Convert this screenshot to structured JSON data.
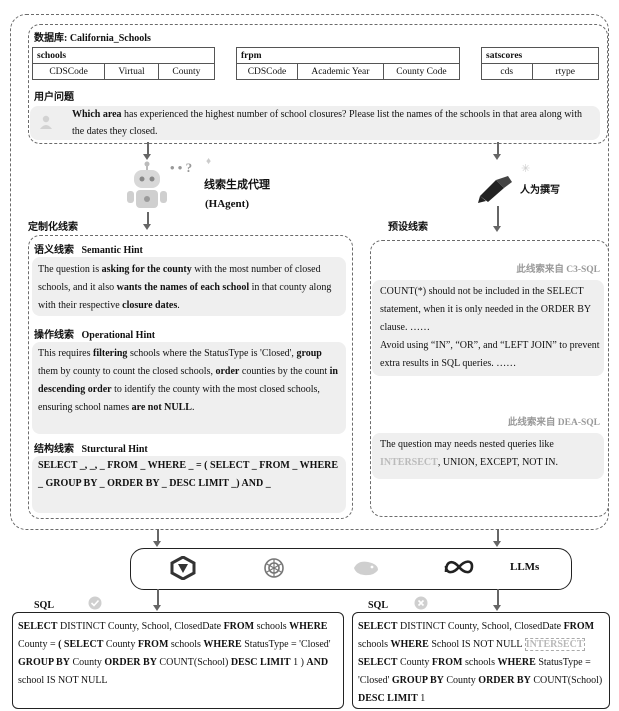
{
  "database": {
    "label": "数据库: California_Schools",
    "tables": [
      {
        "name": "schools",
        "columns": [
          "CDSCode",
          "Virtual",
          "County"
        ]
      },
      {
        "name": "frpm",
        "columns": [
          "CDSCode",
          "Academic Year",
          "County Code"
        ]
      },
      {
        "name": "satscores",
        "columns": [
          "cds",
          "rtype"
        ]
      }
    ]
  },
  "question": {
    "label": "用户问题",
    "bold": "Which area",
    "text": " has experienced the highest number of school closures? Please list the names of the schools in that area along with the dates they closed."
  },
  "hagent": {
    "label": "线索生成代理",
    "sub": "(HAgent)",
    "question_marks": "• • ? "
  },
  "human": {
    "label": "人为撰写"
  },
  "custom_hints": {
    "label": "定制化线索",
    "semantic": {
      "cn": "语义线索",
      "en": "Semantic Hint",
      "parts": [
        {
          "t": "The question is ",
          "b": false
        },
        {
          "t": "asking for the county",
          "b": true
        },
        {
          "t": " with the most number of closed schools, and it also ",
          "b": false
        },
        {
          "t": "wants the names of each school",
          "b": true
        },
        {
          "t": " in that county along with their respective ",
          "b": false
        },
        {
          "t": "closure dates",
          "b": true
        },
        {
          "t": ".",
          "b": false
        }
      ]
    },
    "operational": {
      "cn": "操作线索",
      "en": "Operational Hint",
      "parts": [
        {
          "t": "This requires ",
          "b": false
        },
        {
          "t": "filtering",
          "b": true
        },
        {
          "t": " schools where the StatusType is 'Closed', ",
          "b": false
        },
        {
          "t": "group",
          "b": true
        },
        {
          "t": " them by county to count the closed schools, ",
          "b": false
        },
        {
          "t": "order",
          "b": true
        },
        {
          "t": " counties by the count ",
          "b": false
        },
        {
          "t": "in descending order",
          "b": true
        },
        {
          "t": " to identify the county with the most closed schools, ensuring school names ",
          "b": false
        },
        {
          "t": "are not NULL",
          "b": true
        },
        {
          "t": ".",
          "b": false
        }
      ]
    },
    "structural": {
      "cn": "结构线索",
      "en": "Sturctural Hint",
      "text": "SELECT _, _, _ FROM _ WHERE _ = ( SELECT _ FROM _ WHERE _ GROUP BY _ ORDER BY _ DESC LIMIT _) AND _"
    }
  },
  "preset_hints": {
    "label": "预设线索",
    "c3": {
      "source": "此线索来自 C3-SQL",
      "text1": "COUNT(*) should not be included in the SELECT statement, when it is only needed in the ORDER BY clause. ……",
      "text2": "Avoid using “IN”, “OR”, and “LEFT JOIN” to prevent extra results in SQL queries. ……"
    },
    "dea": {
      "source": "此线索来自 DEA-SQL",
      "pre": "The question may needs nested queries like ",
      "hl": "INTERSECT",
      "post": ", UNION, EXCEPT, NOT IN."
    }
  },
  "llms": {
    "label": "LLMs"
  },
  "sql_left": {
    "label": "SQL",
    "status": "correct",
    "parts": [
      {
        "t": "SELECT",
        "b": true
      },
      {
        "t": " DISTINCT County, School, ClosedDate ",
        "b": false
      },
      {
        "t": "FROM",
        "b": true
      },
      {
        "t": " schools ",
        "b": false
      },
      {
        "t": "WHERE",
        "b": true
      },
      {
        "t": " County = ",
        "b": false
      },
      {
        "t": "( SELECT",
        "b": true
      },
      {
        "t": " County ",
        "b": false
      },
      {
        "t": "FROM",
        "b": true
      },
      {
        "t": " schools ",
        "b": false
      },
      {
        "t": "WHERE",
        "b": true
      },
      {
        "t": " StatusType = 'Closed' ",
        "b": false
      },
      {
        "t": "GROUP BY",
        "b": true
      },
      {
        "t": " County ",
        "b": false
      },
      {
        "t": "ORDER BY",
        "b": true
      },
      {
        "t": " COUNT(School) ",
        "b": false
      },
      {
        "t": "DESC LIMIT",
        "b": true
      },
      {
        "t": " 1 ) ",
        "b": false
      },
      {
        "t": "AND",
        "b": true
      },
      {
        "t": " school IS NOT NULL",
        "b": false
      }
    ]
  },
  "sql_right": {
    "label": "SQL",
    "status": "wrong",
    "parts": [
      {
        "t": "SELECT",
        "b": true
      },
      {
        "t": " DISTINCT County, School, ClosedDate ",
        "b": false
      },
      {
        "t": "FROM",
        "b": true
      },
      {
        "t": " schools ",
        "b": false
      },
      {
        "t": "WHERE",
        "b": true
      },
      {
        "t": " School IS NOT NULL ",
        "b": false
      },
      {
        "t": "INTERSECT",
        "b": true,
        "hl": true
      },
      {
        "t": " ",
        "b": false
      },
      {
        "t": "SELECT",
        "b": true
      },
      {
        "t": " County ",
        "b": false
      },
      {
        "t": "FROM",
        "b": true
      },
      {
        "t": " schools ",
        "b": false
      },
      {
        "t": "WHERE",
        "b": true
      },
      {
        "t": " StatusType = 'Closed' ",
        "b": false
      },
      {
        "t": "GROUP BY",
        "b": true
      },
      {
        "t": " County ",
        "b": false
      },
      {
        "t": "ORDER BY",
        "b": true
      },
      {
        "t": " COUNT(School) ",
        "b": false
      },
      {
        "t": "DESC LIMIT",
        "b": true
      },
      {
        "t": " 1",
        "b": false
      }
    ]
  },
  "colors": {
    "panel_grey": "#efefef",
    "dash": "#6b6b6b",
    "muted": "#999999"
  }
}
